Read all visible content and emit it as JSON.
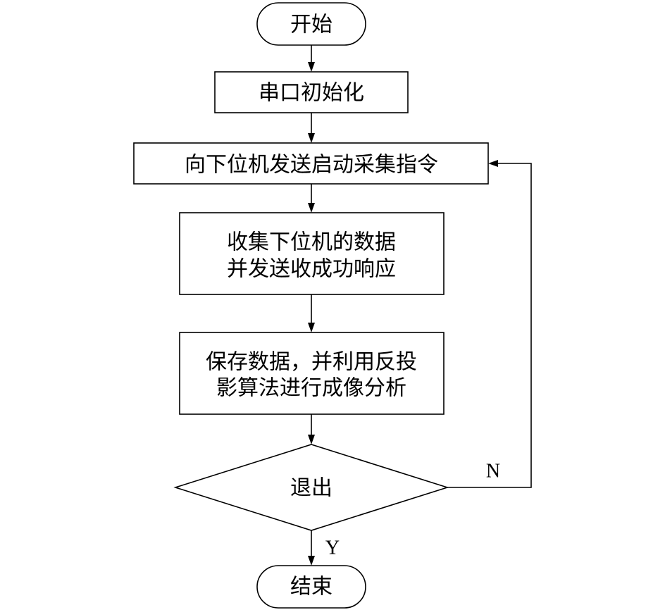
{
  "flow": {
    "start": "开始",
    "init": "串口初始化",
    "send_cmd": "向下位机发送启动采集指令",
    "collect": {
      "line1": "收集下位机的数据",
      "line2": "并发送收成功响应"
    },
    "save": {
      "line1": "保存数据，并利用反投",
      "line2": "影算法进行成像分析"
    },
    "decision": "退出",
    "branch_no": "N",
    "branch_yes": "Y",
    "end": "结束"
  }
}
